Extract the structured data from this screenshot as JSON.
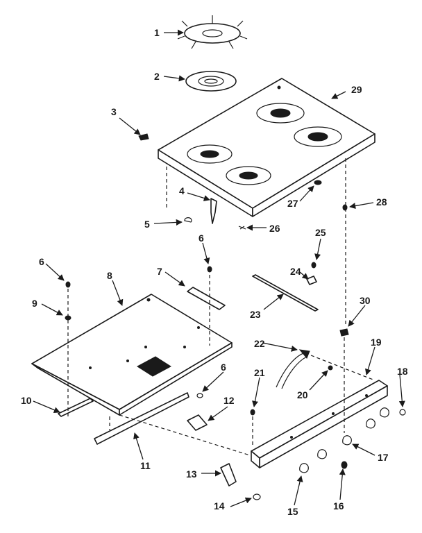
{
  "callouts": [
    "1",
    "2",
    "3",
    "4",
    "5",
    "6",
    "7",
    "8",
    "9",
    "10",
    "11",
    "12",
    "13",
    "14",
    "15",
    "16",
    "17",
    "18",
    "19",
    "20",
    "21",
    "22",
    "23",
    "24",
    "25",
    "26",
    "27",
    "28",
    "29",
    "30"
  ],
  "callout_6_repeat": "6",
  "colors": {
    "ink": "#1a1a1a",
    "paper": "#ffffff"
  }
}
